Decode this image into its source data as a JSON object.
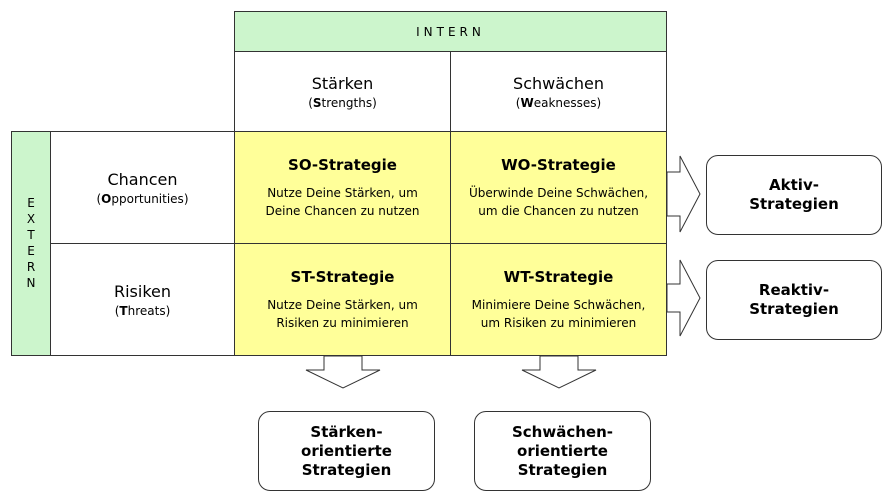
{
  "intern": {
    "label": "INTERN"
  },
  "extern": {
    "label": "EXTERN"
  },
  "columns": [
    {
      "title": "Stärken",
      "sub_initial": "S",
      "sub_rest": "trengths"
    },
    {
      "title": "Schwächen",
      "sub_initial": "W",
      "sub_rest": "eaknesses"
    }
  ],
  "rows": [
    {
      "title": "Chancen",
      "sub_initial": "O",
      "sub_rest": "pportunities"
    },
    {
      "title": "Risiken",
      "sub_initial": "T",
      "sub_rest": "hreats"
    }
  ],
  "strategies": {
    "so": {
      "title": "SO-Strategie",
      "line1": "Nutze Deine Stärken, um",
      "line2": "Deine Chancen zu nutzen"
    },
    "wo": {
      "title": "WO-Strategie",
      "line1": "Überwinde Deine Schwächen,",
      "line2": "um die Chancen zu nutzen"
    },
    "st": {
      "title": "ST-Strategie",
      "line1": "Nutze Deine Stärken, um",
      "line2": "Risiken zu minimieren"
    },
    "wt": {
      "title": "WT-Strategie",
      "line1": "Minimiere Deine Schwächen,",
      "line2": "um Risiken zu minimieren"
    }
  },
  "outcomes": {
    "aktiv": {
      "line1": "Aktiv-",
      "line2": "Strategien"
    },
    "reaktiv": {
      "line1": "Reaktiv-",
      "line2": "Strategien"
    },
    "staerken": {
      "line1": "Stärken-",
      "line2": "orientierte",
      "line3": "Strategien"
    },
    "schwaechen": {
      "line1": "Schwächen-",
      "line2": "orientierte",
      "line3": "Strategien"
    }
  },
  "colors": {
    "header_green": "#ccf5cc",
    "strategy_yellow": "#ffff99",
    "border": "#333333"
  }
}
